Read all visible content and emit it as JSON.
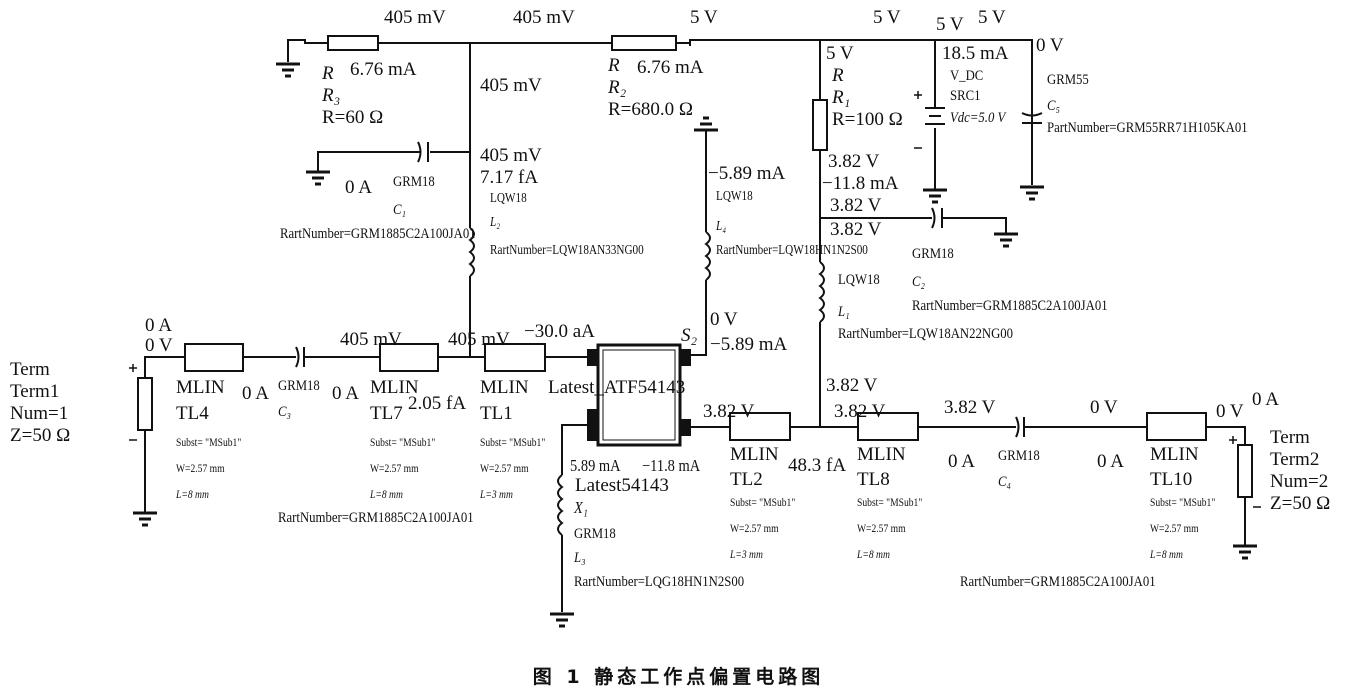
{
  "top": {
    "v1": "405 mV",
    "v2": "405 mV",
    "v3": "5 V",
    "v4": "5 V",
    "v5": "5 V",
    "v6": "5 V",
    "v7": "0 V",
    "i1": "6.76 mA",
    "i2": "6.76 mA",
    "v8": "405 mV"
  },
  "R3": {
    "type": "R",
    "name": "R₃",
    "value": "R=60 Ω"
  },
  "R2": {
    "type": "R",
    "name": "R₂",
    "value": "R=680.0 Ω"
  },
  "R1": {
    "v": "5 V",
    "type": "R",
    "name": "R₁",
    "value": "R=100 Ω"
  },
  "SRC1": {
    "i": "18.5 mA",
    "type": "V_DC",
    "name": "SRC1",
    "value": "Vdc=5.0 V"
  },
  "C5": {
    "type": "GRM55",
    "name": "C₅",
    "part": "PartNumber=GRM55RR71H105KA01"
  },
  "C1": {
    "v": "405 mV",
    "i_node": "7.17 fA",
    "i": "0 A",
    "type": "GRM18",
    "name": "C₁",
    "part": "RartNumber=GRM1885C2A100JA01"
  },
  "L2": {
    "type": "LQW18",
    "name": "L₂",
    "part": "RartNumber=LQW18AN33NG00"
  },
  "L4": {
    "i": "−5.89 mA",
    "type": "LQW18",
    "name": "L₄",
    "part": "RartNumber=LQW18HN1N2S00"
  },
  "node_r1": {
    "v1": "3.82 V",
    "i": "−11.8 mA",
    "v2": "3.82 V",
    "v3": "3.82 V"
  },
  "C2": {
    "type": "GRM18",
    "name": "C₂",
    "part": "RartNumber=GRM1885C2A100JA01"
  },
  "L1": {
    "type": "LQW18",
    "name": "L₁",
    "part": "RartNumber=LQW18AN22NG00"
  },
  "input": {
    "i": "0 A",
    "v": "0 V",
    "v2": "405 mV",
    "v3": "405 mV",
    "i_gate": "−30.0 aA",
    "s2": "S₂",
    "s2_v": "0 V",
    "s2_i": "−5.89 mA"
  },
  "Term1": {
    "type": "Term",
    "name": "Term1",
    "num": "Num=1",
    "z": "Z=50 Ω"
  },
  "TL4": {
    "type": "MLIN",
    "name": "TL4",
    "subst": "Subst= \"MSub1\"",
    "w": "W=2.57 mm",
    "l": "L=8 mm",
    "i": "0 A"
  },
  "C3": {
    "type": "GRM18",
    "name": "C₃",
    "part": "RartNumber=GRM1885C2A100JA01",
    "i": "0 A"
  },
  "TL7": {
    "type": "MLIN",
    "name": "TL7",
    "subst": "Subst= \"MSub1\"",
    "w": "W=2.57 mm",
    "l": "L=8 mm",
    "i": "2.05 fA"
  },
  "TL1": {
    "type": "MLIN",
    "name": "TL1",
    "subst": "Subst= \"MSub1\"",
    "w": "W=2.57 mm",
    "l": "L=3 mm"
  },
  "X1": {
    "model": "Latest_ATF54143",
    "i1": "5.89 mA",
    "i2": "−11.8 mA",
    "type": "Latest54143",
    "name": "X₁"
  },
  "L3": {
    "type": "GRM18",
    "name": "L₃",
    "part": "RartNumber=LQG18HN1N2S00"
  },
  "output": {
    "v1": "3.82 V",
    "v2": "3.82 V",
    "v3": "3.82 V",
    "v4": "3.82 V",
    "v5": "0 V",
    "v6": "0 V",
    "i1": "0 A",
    "i2": "48.3 fA",
    "i3": "0 A",
    "i4": "0 A"
  },
  "TL2": {
    "type": "MLIN",
    "name": "TL2",
    "subst": "Subst= \"MSub1\"",
    "w": "W=2.57 mm",
    "l": "L=3 mm"
  },
  "TL8": {
    "type": "MLIN",
    "name": "TL8",
    "subst": "Subst= \"MSub1\"",
    "w": "W=2.57 mm",
    "l": "L=8 mm"
  },
  "C4": {
    "type": "GRM18",
    "name": "C₄",
    "part": "RartNumber=GRM1885C2A100JA01"
  },
  "TL10": {
    "type": "MLIN",
    "name": "TL10",
    "subst": "Subst= \"MSub1\"",
    "w": "W=2.57 mm",
    "l": "L=8 mm"
  },
  "Term2": {
    "type": "Term",
    "name": "Term2",
    "num": "Num=2",
    "z": "Z=50 Ω"
  },
  "caption": "图 1   静态工作点偏置电路图"
}
